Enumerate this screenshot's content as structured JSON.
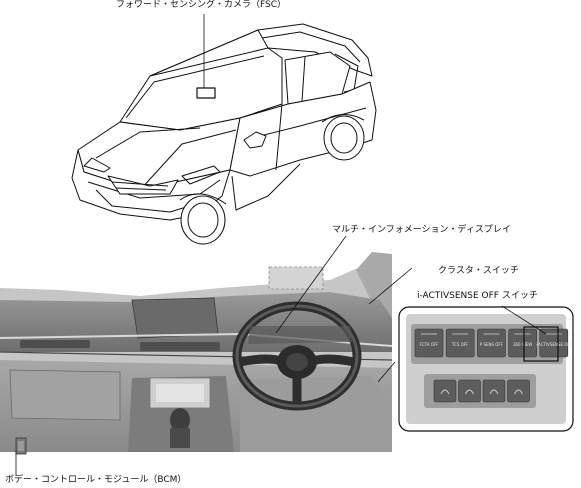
{
  "labels": {
    "fsc": "フォワード・センシング・カメラ（FSC）",
    "display": "マルチ・インフォメーション・ディスプレイ",
    "cluster_switch": "クラスタ・スイッチ",
    "activsense": "i-ACTIVSENSE OFF スイッチ",
    "bcm": "ボデー・コントロール・モジュール（BCM）"
  },
  "switch_panel": {
    "upper_row": [
      "FCTA OFF",
      "TCS OFF",
      "P SENS OFF",
      "360 VIEW",
      "i-ACTIVSENSE OFF"
    ],
    "lower_row": [
      "",
      "",
      "",
      ""
    ]
  },
  "colors": {
    "line": "#111111",
    "dash_dark": "#4a4a4a",
    "dash_mid": "#8c8c8c",
    "dash_light": "#bdbdbd",
    "display_placeholder": "#d4d4d4",
    "switch_face": "#5c5c5c"
  }
}
